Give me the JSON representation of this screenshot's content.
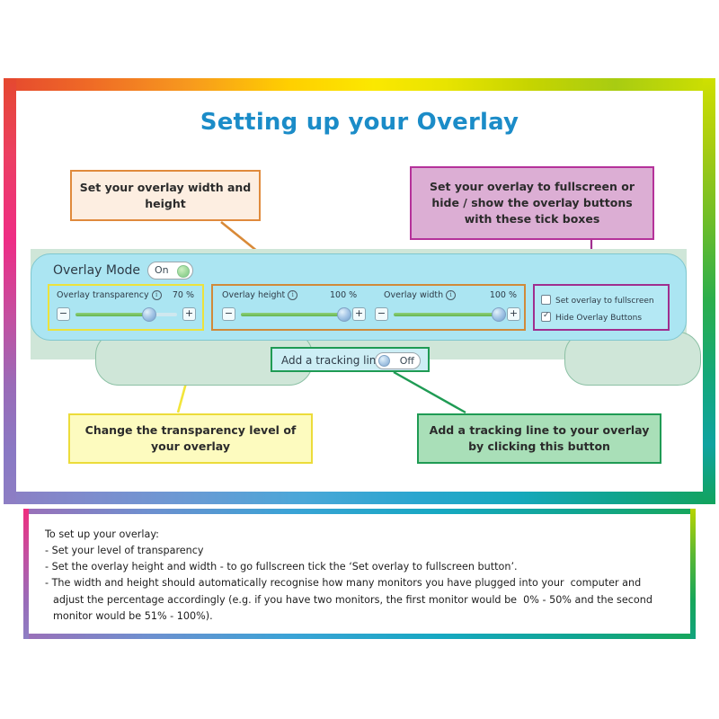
{
  "page": {
    "title": "Setting up your Overlay"
  },
  "callouts": [
    {
      "id": "width-height",
      "text": "Set your overlay width and height",
      "border_color": "#e08a3c",
      "fill_color": "#fdeee1"
    },
    {
      "id": "fullscreen-tickboxes",
      "text": "Set your overlay to fullscreen or hide / show the overlay buttons with these tick boxes",
      "border_color": "#b5329a",
      "fill_color": "#dcaed4"
    },
    {
      "id": "transparency",
      "text": "Change the transparency level of your overlay",
      "border_color": "#ecdc3a",
      "fill_color": "#fdfbbf"
    },
    {
      "id": "tracking-line",
      "text": "Add a tracking line to your overlay by clicking this button",
      "border_color": "#1f9b54",
      "fill_color": "#a9dfb8"
    }
  ],
  "panel": {
    "mode_label": "Overlay Mode",
    "mode_toggle_state": "On",
    "transparency": {
      "label": "Overlay transparency",
      "value": "70 %",
      "fill_percent": 70,
      "minus": "−",
      "plus": "+"
    },
    "height": {
      "label": "Overlay height",
      "value": "100 %",
      "fill_percent": 100,
      "minus": "−",
      "plus": "+"
    },
    "width": {
      "label": "Overlay width",
      "value": "100 %",
      "fill_percent": 100,
      "minus": "−",
      "plus": "+"
    },
    "checkboxes": [
      {
        "label": "Set overlay to fullscreen",
        "checked": false
      },
      {
        "label": "Hide Overlay Buttons",
        "checked": true
      }
    ],
    "tracking": {
      "label": "Add a tracking line",
      "toggle_state": "Off"
    }
  },
  "notes": {
    "heading": "To set up your overlay:",
    "lines": [
      "- Set your level of transparency",
      "- Set the overlay height and width - to go fullscreen tick the ‘Set overlay to fullscreen button’.",
      "- The width and height should automatically recognise how many monitors you have plugged into your  computer and adjust the percentage accordingly (e.g. if you have two monitors, the first monitor would be  0% - 50% and the second monitor would be 51% - 100%)."
    ]
  },
  "colors": {
    "title_blue": "#1b8cc8",
    "panel_cyan": "#abe5f2",
    "backdrop_green": "#cfe6d8",
    "slider_green": "#63b551"
  }
}
